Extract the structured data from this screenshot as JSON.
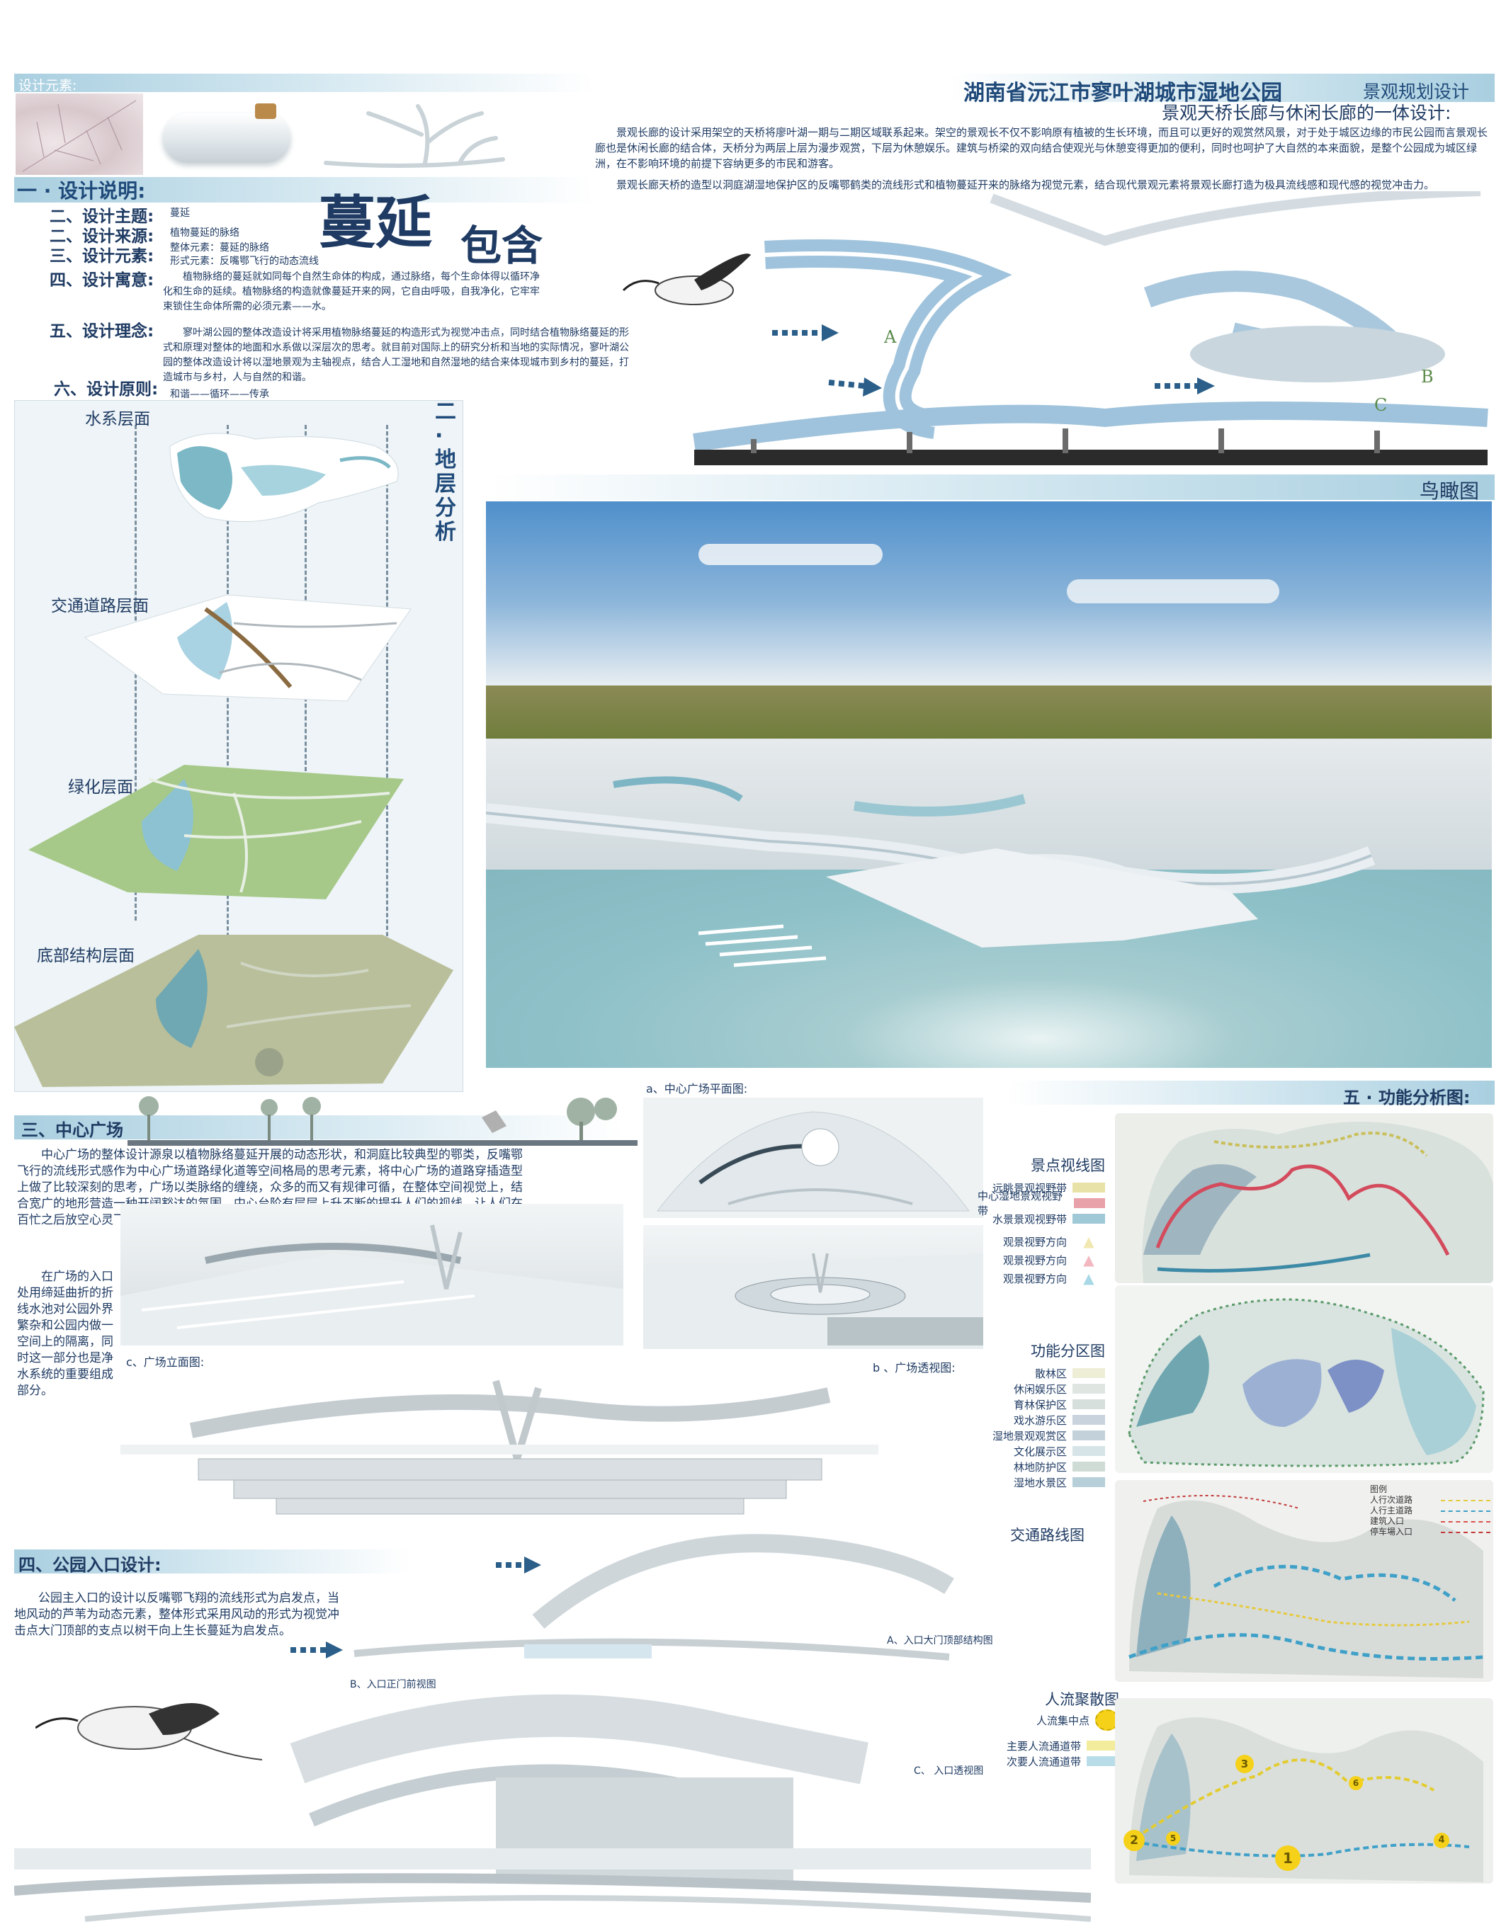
{
  "header": {
    "title": "湖南省沅江市寥叶湖城市湿地公园",
    "subtitle": "景观规划设计",
    "tagline": "景观天桥长廊与休闲长廊的一体设计:",
    "body1": "景观长廊的设计采用架空的天桥将廖叶湖一期与二期区域联系起来。架空的景观长不仅不影响原有植被的生长环境，而且可以更好的观赏然风景，对于处于城区边缘的市民公园而言景观长廊也是休闲长廊的结合体，天桥分为两层上层为漫步观赏，下层为休憩娱乐。建筑与桥梁的双向结合使观光与休憩变得更加的便利，同时也呵护了大自然的本来面貌，是整个公园成为城区绿洲，在不影响环境的前提下容纳更多的市民和游客。",
    "body2": "景观长廊天桥的造型以洞庭湖湿地保护区的反嘴鄂鹤类的流线形式和植物蔓延开来的脉络为视觉元素，结合现代景观元素将景观长廊打造为极具流线感和现代感的视觉冲击力。"
  },
  "elements_band": {
    "label": "设计元素:"
  },
  "design_notes": {
    "heading": "一 · 设计说明:",
    "big1": "蔓延",
    "big2": "包含",
    "items": [
      {
        "label": "二、设计主题:",
        "text": "蔓延"
      },
      {
        "label": "二、设计来源:",
        "text": "植物蔓延的脉络"
      },
      {
        "label": "三、设计元素:",
        "text": "整体元素：蔓延的脉络"
      },
      {
        "label": "",
        "text": "形式元素：反嘴鄂飞行的动态流线"
      },
      {
        "label": "四、设计寓意:",
        "text": "植物脉络的蔓延就如同每个自然生命体的构成，通过脉络，每个生命体得以循环净化和生命的延续。植物脉络的构造就像蔓延开来的网，它自由呼吸，自我净化，它牢牢束锁住生命体所需的必须元素——水。"
      },
      {
        "label": "五、设计理念:",
        "text": "寥叶湖公园的整体改造设计将采用植物脉络蔓延的构造形式为视觉冲击点，同时结合植物脉络蔓延的形式和原理对整体的地面和水系做以深层次的思考。就目前对国际上的研究分析和当地的实际情况，寥叶湖公园的整体改造设计将以湿地景观为主轴视点，结合人工湿地和自然湿地的结合来体现城市到乡村的蔓延，打造城市与乡村，人与自然的和谐。"
      },
      {
        "label": "六、设计原则:",
        "text": "和谐——循环——传承"
      }
    ]
  },
  "layers": {
    "side_title": "二 · 地层分析",
    "labels": [
      "水系层面",
      "交通道路层面",
      "绿化层面",
      "底部结构层面"
    ]
  },
  "bridge_markers": [
    "A",
    "B",
    "C"
  ],
  "aerial": {
    "label": "鸟瞰图"
  },
  "center_plaza": {
    "heading": "三、中心广场",
    "plan_label": "a、中心广场平面图:",
    "para1": "中心广场的整体设计源泉以植物脉络蔓延开展的动态形状，和洞庭比较典型的鄂类，反嘴鄂飞行的流线形式感作为中心广场道路绿化道等空间格局的思考元素，将中心广场的道路穿插造型上做了比较深刻的思考，广场以类脉络的缠绕，众多的而又有规律可循，在整体空间视觉上，结合宽广的地形营造一种开阔豁达的氛围，中心台阶有层层上升不断的提升人们的视线，让人们在百忙之后放空心灵飞絮思想。",
    "para2": "在广场的入口处用缔延曲折的折线水池对公园外界繁杂和公园内做一空间上的隔离，同时这一部分也是净水系统的重要组成部分。",
    "elev_label": "c、广场立面图:",
    "persp_label": "b 、广场透视图:"
  },
  "entrance": {
    "heading": "四、公园入口设计:",
    "para": "公园主入口的设计以反嘴鄂飞翔的流线形式为启发点，当地风动的芦苇为动态元素，整体形式采用风动的形式为视觉冲击点大门顶部的支点以树干向上生长蔓延为启发点。",
    "label_a": "A、入口大门顶部结构图",
    "label_b": "B、入口正门前视图",
    "label_c": "C、 入口透视图"
  },
  "function": {
    "heading": "五 · 功能分析图:",
    "view": {
      "title": "景点视线图",
      "rows": [
        {
          "text": "远眺景观视野带",
          "color": "#e9e2a8"
        },
        {
          "text": "中心湿地景观视野带",
          "color": "#e8a1a8"
        },
        {
          "text": "水景景观视野带",
          "color": "#9fc9d6"
        },
        {
          "text": "观景视野方向",
          "color": "#f1e7b0"
        },
        {
          "text": "观景视野方向",
          "color": "#f2b7bf"
        },
        {
          "text": "观景视野方向",
          "color": "#a8d8e6"
        }
      ]
    },
    "zones": {
      "title": "功能分区图",
      "rows": [
        {
          "text": "散林区",
          "color": "#eeeed6"
        },
        {
          "text": "休闲娱乐区",
          "color": "#dfe6e2"
        },
        {
          "text": "育林保护区",
          "color": "#d7dfdc"
        },
        {
          "text": "戏水游乐区",
          "color": "#c9d3de"
        },
        {
          "text": "湿地景观观赏区",
          "color": "#c3d2da"
        },
        {
          "text": "文化展示区",
          "color": "#d6e4e8"
        },
        {
          "text": "林地防护区",
          "color": "#cfdcd6"
        },
        {
          "text": "湿地水景区",
          "color": "#b6cfd8"
        }
      ]
    },
    "traffic": {
      "title": "交通路线图",
      "legend_title": "图例",
      "legend": [
        {
          "text": "人行次道路",
          "color": "#e6c93c"
        },
        {
          "text": "人行主道路",
          "color": "#3fa0c8"
        },
        {
          "text": "建筑入口",
          "color": "#d9534f"
        },
        {
          "text": "停车場入口",
          "color": "#c23b3b"
        }
      ]
    },
    "crowd": {
      "title": "人流聚散图",
      "center_label": "人流集中点",
      "rows": [
        {
          "text": "主要人流通道带",
          "color": "#f2ec9c"
        },
        {
          "text": "次要人流通道带",
          "color": "#b8dde8"
        }
      ],
      "points": [
        "1",
        "2",
        "3",
        "4",
        "5",
        "6"
      ]
    }
  },
  "colors": {
    "navy": "#1f3b63",
    "water": "#8fc1c9",
    "sky": "#5f9fd3",
    "grass": "#6e7d3a"
  }
}
